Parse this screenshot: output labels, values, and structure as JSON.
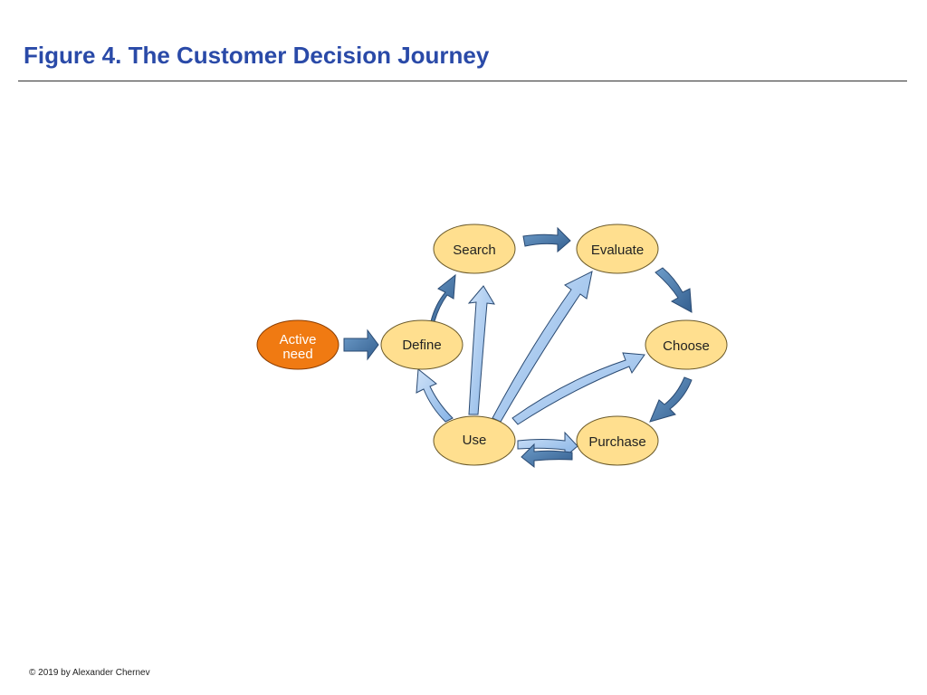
{
  "title": "Figure 4. The Customer Decision Journey",
  "copyright": "© 2019 by Alexander Chernev",
  "colors": {
    "title": "#2a4aa8",
    "node_fill": "#ffdf8f",
    "node_stroke": "#6b5a2a",
    "active_fill": "#f07a12",
    "active_stroke": "#8a3c00",
    "arrow_dark": "#4b7db0",
    "arrow_light": "#a6c8ef",
    "arrow_stroke": "#2a4a72"
  },
  "nodes": {
    "active_need": {
      "line1": "Active",
      "line2": "need"
    },
    "define": {
      "label": "Define"
    },
    "search": {
      "label": "Search"
    },
    "evaluate": {
      "label": "Evaluate"
    },
    "choose": {
      "label": "Choose"
    },
    "purchase": {
      "label": "Purchase"
    },
    "use": {
      "label": "Use"
    }
  }
}
